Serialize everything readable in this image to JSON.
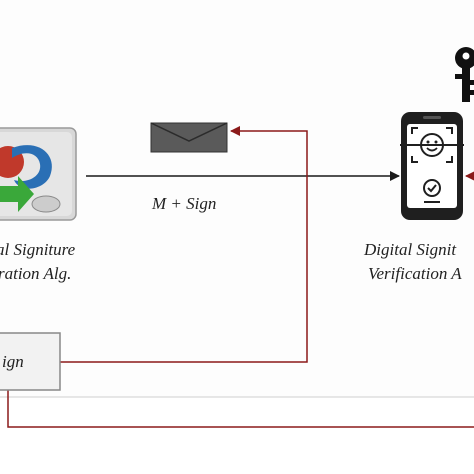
{
  "labels": {
    "message": "M + Sign",
    "left_alg_line1": "al Signiture",
    "left_alg_line2": "ration Alg.",
    "right_alg_line1": "Digital Signit",
    "right_alg_line2": "Verification A",
    "sign_box": "ign"
  },
  "colors": {
    "arrow_black": "#1a1a1a",
    "arrow_red": "#8b1a1a",
    "envelope": "#555555",
    "phone": "#1f1f1f",
    "key": "#111111"
  },
  "icons": {
    "left_program": "program-logo-icon",
    "envelope": "envelope-icon",
    "phone": "face-verification-phone-icon",
    "key": "key-icon"
  }
}
